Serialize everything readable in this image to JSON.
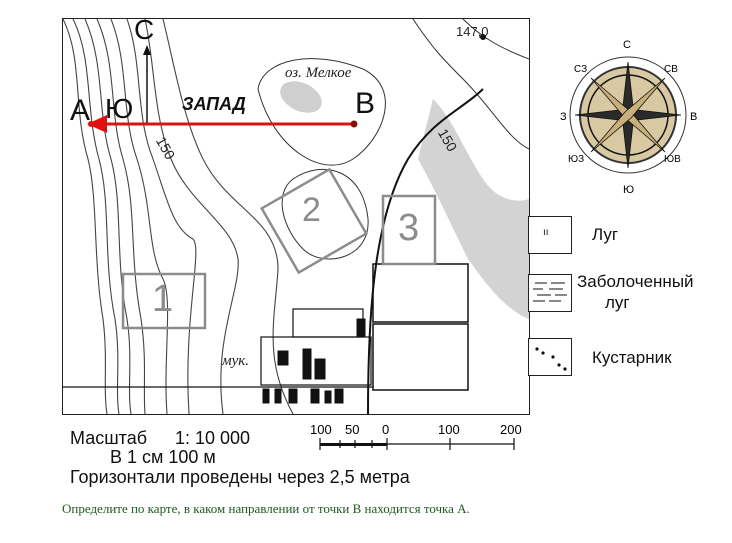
{
  "map": {
    "point_a": "А",
    "point_b": "В",
    "compass_north": "С",
    "compass_south": "Ю",
    "direction_label": "ЗАПАД",
    "lake_name": "оз. Мелкое",
    "contour_150_left": "150",
    "contour_150_right": "150",
    "height_mark": "147,0",
    "mill_label": "мук.",
    "plot_1": "1",
    "plot_2": "2",
    "plot_3": "3",
    "arrow_color": "#e01010"
  },
  "compass_rose": {
    "n": "С",
    "s": "Ю",
    "w": "З",
    "e": "В",
    "nw": "СЗ",
    "ne": "СВ",
    "sw": "ЮЗ",
    "se": "ЮВ"
  },
  "legend": {
    "meadow": "Луг",
    "swamp_line1": "Заболоченный",
    "swamp_line2": "луг",
    "shrub": "Кустарник"
  },
  "scale": {
    "title": "Масштаб",
    "value": "1: 10 000",
    "cm": "В 1 см 100 м",
    "contours": "Горизонтали проведены через  2,5 метра",
    "ticks": [
      "100",
      "50",
      "0",
      "100",
      "200"
    ]
  },
  "question": "Определите по карте, в каком направлении от точки В находится точка А."
}
